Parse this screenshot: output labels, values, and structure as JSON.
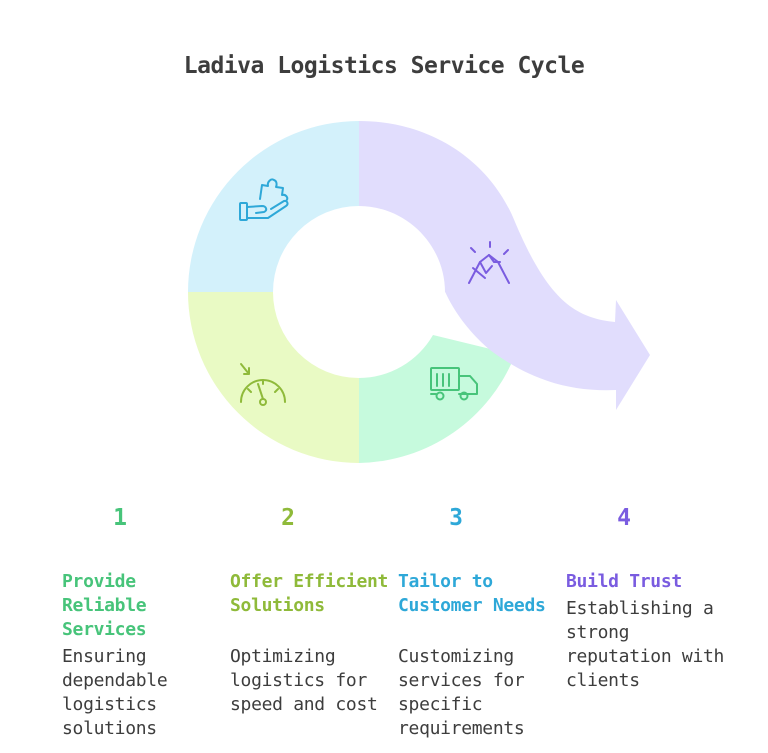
{
  "title": "Ladiva Logistics Service Cycle",
  "colors": {
    "step1": "#47c47a",
    "step2": "#8fba3a",
    "step3": "#2ea8d8",
    "step4": "#7a5ce0"
  },
  "segments": [
    {
      "icon": "puzzle-hand-icon",
      "fill": "#d3f1fb"
    },
    {
      "icon": "speedometer-icon",
      "fill": "#e9fac4"
    },
    {
      "icon": "delivery-truck-icon",
      "fill": "#c6fadd"
    },
    {
      "icon": "handshake-icon",
      "fill": "#e1ddfd"
    }
  ],
  "steps": [
    {
      "number": "1",
      "heading": "Provide Reliable Services",
      "description": "Ensuring dependable logistics solutions"
    },
    {
      "number": "2",
      "heading": "Offer Efficient Solutions",
      "description": "Optimizing logistics for speed and cost"
    },
    {
      "number": "3",
      "heading": "Tailor to Customer Needs",
      "description": "Customizing services for specific requirements"
    },
    {
      "number": "4",
      "heading": "Build Trust",
      "description": "Establishing a strong reputation with clients"
    }
  ]
}
